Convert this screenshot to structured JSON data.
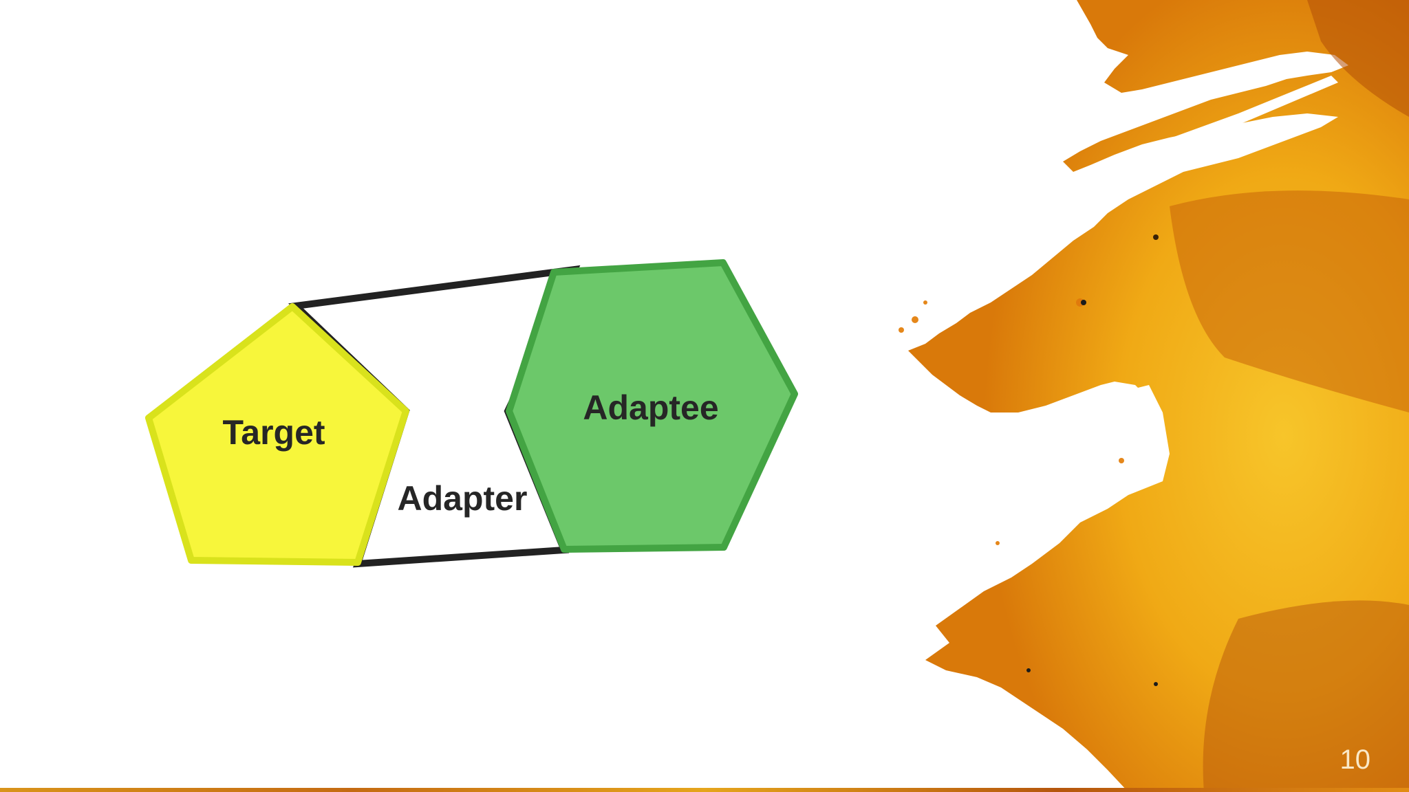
{
  "slide": {
    "number": "10"
  },
  "diagram": {
    "target_label": "Target",
    "adapter_label": "Adapter",
    "adaptee_label": "Adaptee"
  },
  "colors": {
    "target_fill": "#f7f63b",
    "target_stroke": "#d9e21c",
    "adaptee_fill": "#6cc86a",
    "adaptee_stroke": "#43a443",
    "adapter_stroke": "#222222",
    "splash_light": "#f6c01e",
    "splash_dark": "#e08a0c"
  }
}
